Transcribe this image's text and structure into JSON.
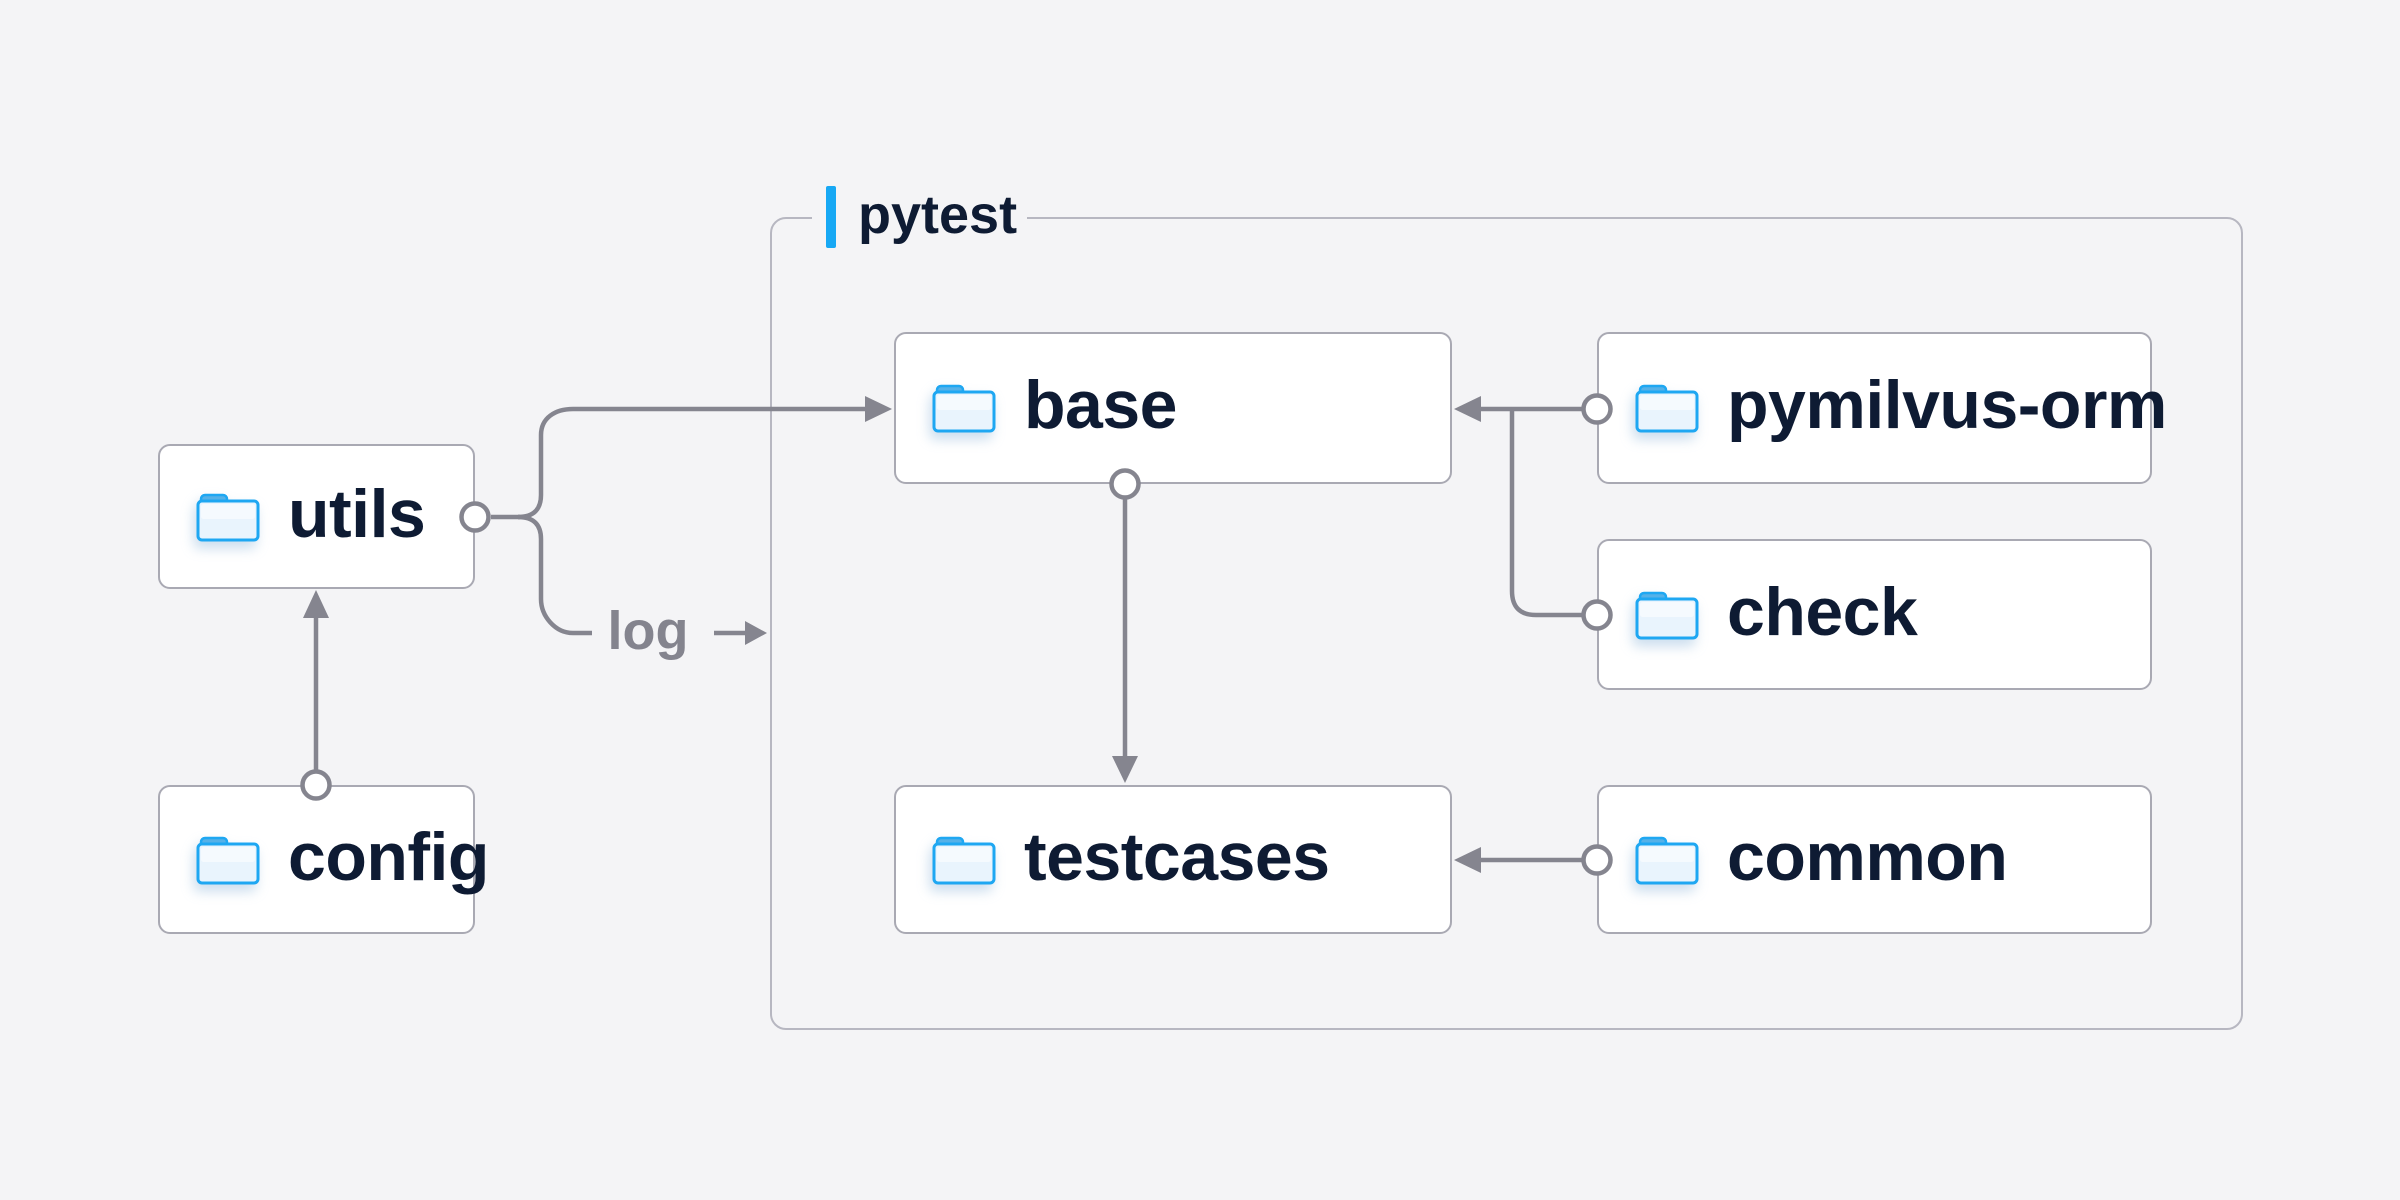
{
  "diagram": {
    "group": {
      "label": "pytest"
    },
    "nodes": [
      {
        "id": "utils",
        "label": "utils"
      },
      {
        "id": "config",
        "label": "config"
      },
      {
        "id": "base",
        "label": "base"
      },
      {
        "id": "pymilvus-orm",
        "label": "pymilvus-orm"
      },
      {
        "id": "check",
        "label": "check"
      },
      {
        "id": "testcases",
        "label": "testcases"
      },
      {
        "id": "common",
        "label": "common"
      }
    ],
    "edges": [
      {
        "from": "config",
        "to": "utils"
      },
      {
        "from": "utils",
        "to": "base"
      },
      {
        "from": "utils",
        "to": "log",
        "label": "log"
      },
      {
        "from": "pymilvus-orm",
        "to": "base"
      },
      {
        "from": "check",
        "to": "base"
      },
      {
        "from": "base",
        "to": "testcases"
      },
      {
        "from": "common",
        "to": "testcases"
      }
    ],
    "labels": {
      "log": "log"
    },
    "colors": {
      "background": "#f4f4f6",
      "node_border": "#a9a9b3",
      "group_border": "#b7b7c1",
      "connector": "#85858f",
      "accent_bar": "#17a8f4",
      "folder_blue": "#1ea7f2",
      "text": "#0e1b33",
      "edge_label_text": "#84848e"
    }
  }
}
